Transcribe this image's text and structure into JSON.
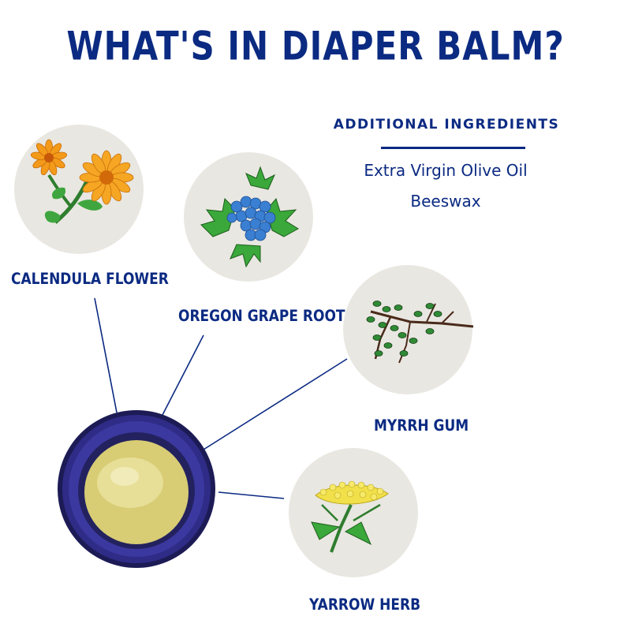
{
  "title": "WHAT'S IN DIAPER BALM?",
  "additional": {
    "heading": "ADDITIONAL INGREDIENTS",
    "items": [
      "Extra Virgin Olive Oil",
      "Beeswax"
    ]
  },
  "ingredients": [
    {
      "label": "CALENDULA FLOWER",
      "icon": "calendula-flower-icon"
    },
    {
      "label": "OREGON GRAPE ROOT",
      "icon": "oregon-grape-icon"
    },
    {
      "label": "MYRRH GUM",
      "icon": "myrrh-branch-icon"
    },
    {
      "label": "YARROW HERB",
      "icon": "yarrow-herb-icon"
    }
  ],
  "colors": {
    "navy": "#0b2a82",
    "circle_bg": "#e9e7e1",
    "jar": "#2b2a7a",
    "balm": "#e3d98a",
    "leaf": "#2f9a3a",
    "calendula": "#f5a623",
    "grape": "#3a7fd1",
    "yarrow": "#f1e04a"
  }
}
